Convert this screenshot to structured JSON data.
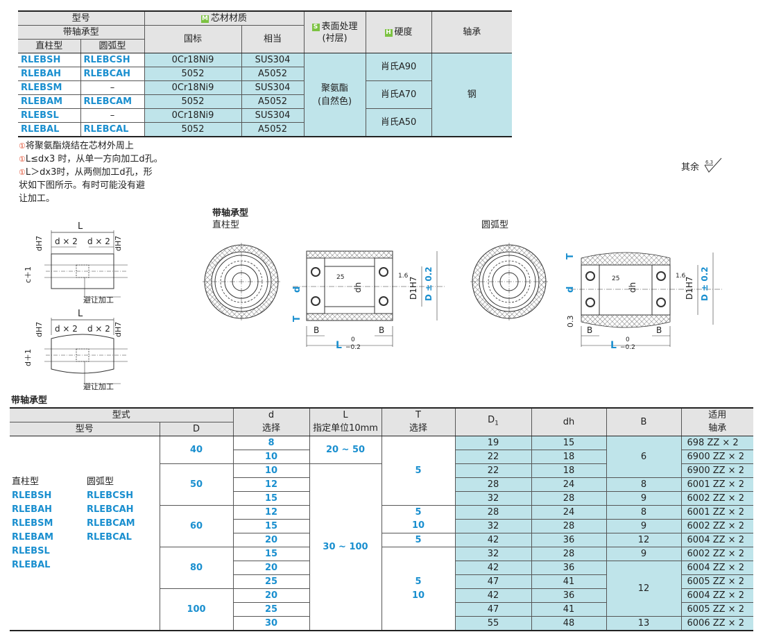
{
  "spec_table": {
    "header": {
      "model": "型号",
      "with_bearing": "带轴承型",
      "straight": "直柱型",
      "arc": "圆弧型",
      "core_material": "芯材材质",
      "core_icon": "M",
      "gb": "国标",
      "equivalent": "相当",
      "surface": "表面处理",
      "surface_sub": "(衬层)",
      "surface_icon": "S",
      "hardness": "硬度",
      "hardness_icon": "H",
      "shaft": "轴承"
    },
    "rows": [
      {
        "straight": "RLEBSH",
        "arc": "RLEBCSH",
        "gb": "0Cr18Ni9",
        "eq": "SUS304"
      },
      {
        "straight": "RLEBAH",
        "arc": "RLEBCAH",
        "gb": "5052",
        "eq": "A5052"
      },
      {
        "straight": "RLEBSM",
        "arc": "–",
        "gb": "0Cr18Ni9",
        "eq": "SUS304"
      },
      {
        "straight": "RLEBAM",
        "arc": "RLEBCAM",
        "gb": "5052",
        "eq": "A5052"
      },
      {
        "straight": "RLEBSL",
        "arc": "–",
        "gb": "0Cr18Ni9",
        "eq": "SUS304"
      },
      {
        "straight": "RLEBAL",
        "arc": "RLEBCAL",
        "gb": "5052",
        "eq": "A5052"
      }
    ],
    "surface_value": "聚氨酯",
    "surface_value_sub": "(自然色)",
    "hardness_values": [
      "肖氏A90",
      "肖氏A70",
      "肖氏A50"
    ],
    "shaft_value": "钢"
  },
  "notes": {
    "symbol": "①",
    "n1": "将聚氨酯烧结在芯材外周上",
    "n2": "L≤dx3 时，从单一方向加工d孔。",
    "n3a": "L＞dx3时，从两侧加工d孔，形",
    "n3b": "状如下图所示。有时可能没有避",
    "n3c": "让加工。"
  },
  "roughness": {
    "label": "其余",
    "value": "6.3"
  },
  "drawings": {
    "with_bearing": "带轴承型",
    "straight": "直柱型",
    "arc": "圆弧型",
    "relief": "避让加工",
    "L": "L",
    "d2": "d × 2",
    "dH7": "dH7",
    "c1": "c＋1",
    "d1": "d＋1",
    "d": "d",
    "dh": "dh",
    "T": "T",
    "B": "B",
    "D1H7": "D1H7",
    "D02": "D ± 0.2",
    "tol0": "0",
    "tol02": "−0.2",
    "r25": "25",
    "r16": "1.6",
    "dim03": "0.3"
  },
  "size_table": {
    "title": "带轴承型",
    "header": {
      "type": "型式",
      "model": "型号",
      "D": "D",
      "d": "d",
      "d_sub": "选择",
      "L": "L",
      "L_sub": "指定单位10mm",
      "T": "T",
      "T_sub": "选择",
      "D1": "D",
      "D1_sub": "1",
      "dh": "dh",
      "B": "B",
      "bearing": "适用",
      "bearing_sub": "轴承"
    },
    "codes_straight_title": "直柱型",
    "codes_arc_title": "圆弧型",
    "codes_straight": [
      "RLEBSH",
      "RLEBAH",
      "RLEBSM",
      "RLEBAM",
      "RLEBSL",
      "RLEBAL"
    ],
    "codes_arc": [
      "RLEBCSH",
      "RLEBCAH",
      "RLEBCAM",
      "RLEBCAL"
    ],
    "D_values": [
      "40",
      "50",
      "60",
      "80",
      "100"
    ],
    "L_values": [
      "20 ~ 50",
      "30 ~ 100"
    ],
    "T_values": [
      "5",
      "5",
      "10",
      "5",
      "5",
      "10"
    ],
    "rows": [
      {
        "d": "8",
        "D1": "19",
        "dh": "15",
        "bearing": "698 ZZ × 2"
      },
      {
        "d": "10",
        "D1": "22",
        "dh": "18",
        "bearing": "6900 ZZ × 2"
      },
      {
        "d": "10",
        "D1": "22",
        "dh": "18",
        "bearing": "6900 ZZ × 2"
      },
      {
        "d": "12",
        "D1": "28",
        "dh": "24",
        "bearing": "6001 ZZ × 2"
      },
      {
        "d": "15",
        "D1": "32",
        "dh": "28",
        "bearing": "6002 ZZ × 2"
      },
      {
        "d": "12",
        "D1": "28",
        "dh": "24",
        "bearing": "6001 ZZ × 2"
      },
      {
        "d": "15",
        "D1": "32",
        "dh": "28",
        "bearing": "6002 ZZ × 2"
      },
      {
        "d": "20",
        "D1": "42",
        "dh": "36",
        "bearing": "6004 ZZ × 2"
      },
      {
        "d": "15",
        "D1": "32",
        "dh": "28",
        "bearing": "6002 ZZ × 2"
      },
      {
        "d": "20",
        "D1": "42",
        "dh": "36",
        "bearing": "6004 ZZ × 2"
      },
      {
        "d": "25",
        "D1": "47",
        "dh": "41",
        "bearing": "6005 ZZ × 2"
      },
      {
        "d": "20",
        "D1": "42",
        "dh": "36",
        "bearing": "6004 ZZ × 2"
      },
      {
        "d": "25",
        "D1": "47",
        "dh": "41",
        "bearing": "6005 ZZ × 2"
      },
      {
        "d": "30",
        "D1": "55",
        "dh": "48",
        "bearing": "6006 ZZ × 2"
      }
    ],
    "B_values": [
      "6",
      "8",
      "9",
      "8",
      "9",
      "12",
      "9",
      "12",
      "13"
    ]
  }
}
